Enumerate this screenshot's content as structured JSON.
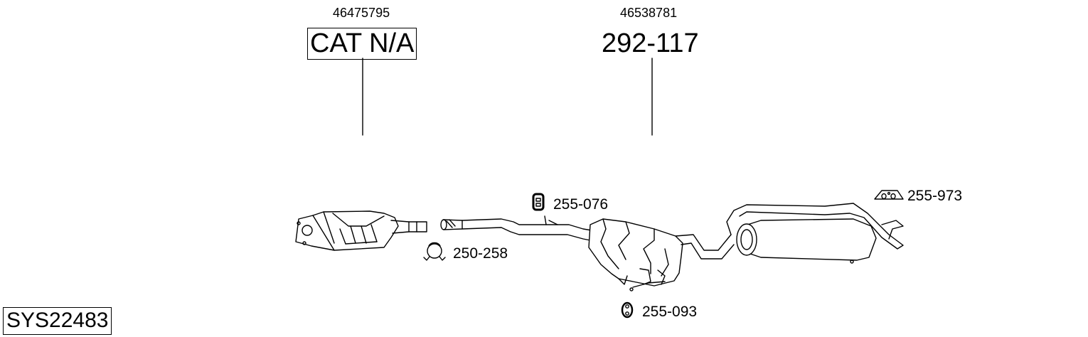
{
  "system_code": "SYS22483",
  "callouts": [
    {
      "oem": "46475795",
      "part_no": "CAT N/A",
      "boxed": true
    },
    {
      "oem": "46538781",
      "part_no": "292-117",
      "boxed": false
    }
  ],
  "accessories": [
    {
      "part_no": "250-258",
      "icon": "clamp-icon"
    },
    {
      "part_no": "255-076",
      "icon": "rubber-hanger-icon"
    },
    {
      "part_no": "255-093",
      "icon": "rubber-ring-hanger-icon"
    },
    {
      "part_no": "255-973",
      "icon": "rubber-mount-icon"
    }
  ]
}
